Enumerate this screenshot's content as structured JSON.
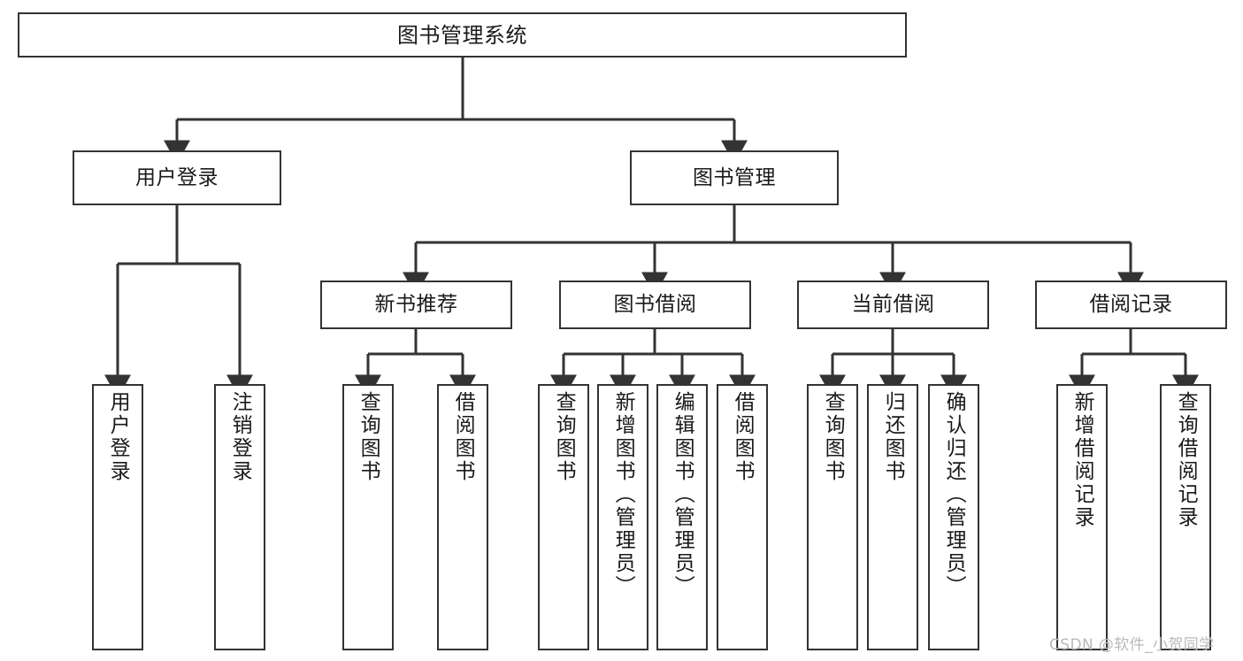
{
  "diagram": {
    "title": "图书管理系统",
    "type": "hierarchy-tree",
    "watermark": "CSDN @软件_小贺同学",
    "colors": {
      "box_border": "#333333",
      "box_fill": "#ffffff",
      "connector": "#333333",
      "text": "#1a1a1a",
      "watermark": "#b9b9b9",
      "background": "#ffffff"
    },
    "levels": {
      "root": {
        "label": "图书管理系统"
      },
      "level2": [
        {
          "id": "user-login",
          "label": "用户登录"
        },
        {
          "id": "book-management",
          "label": "图书管理"
        }
      ],
      "level3": [
        {
          "id": "new-book-recommend",
          "label": "新书推荐",
          "parent": "book-management"
        },
        {
          "id": "book-borrow",
          "label": "图书借阅",
          "parent": "book-management"
        },
        {
          "id": "current-borrow",
          "label": "当前借阅",
          "parent": "book-management"
        },
        {
          "id": "borrow-record",
          "label": "借阅记录",
          "parent": "book-management"
        }
      ],
      "leaves": [
        {
          "id": "leaf-user-login",
          "label": "用户登录",
          "parent": "user-login"
        },
        {
          "id": "leaf-user-logout",
          "label": "注销登录",
          "parent": "user-login"
        },
        {
          "id": "leaf-query-book-1",
          "label": "查询图书",
          "parent": "new-book-recommend"
        },
        {
          "id": "leaf-borrow-book-1",
          "label": "借阅图书",
          "parent": "new-book-recommend"
        },
        {
          "id": "leaf-query-book-2",
          "label": "查询图书",
          "parent": "book-borrow"
        },
        {
          "id": "leaf-add-book",
          "label": "新增图书（管理员）",
          "parent": "book-borrow"
        },
        {
          "id": "leaf-edit-book",
          "label": "编辑图书（管理员）",
          "parent": "book-borrow"
        },
        {
          "id": "leaf-borrow-book-2",
          "label": "借阅图书",
          "parent": "book-borrow"
        },
        {
          "id": "leaf-query-book-3",
          "label": "查询图书",
          "parent": "current-borrow"
        },
        {
          "id": "leaf-return-book",
          "label": "归还图书",
          "parent": "current-borrow"
        },
        {
          "id": "leaf-confirm-return",
          "label": "确认归还（管理员）",
          "parent": "current-borrow"
        },
        {
          "id": "leaf-add-record",
          "label": "新增借阅记录",
          "parent": "borrow-record"
        },
        {
          "id": "leaf-query-record",
          "label": "查询借阅记录",
          "parent": "borrow-record"
        }
      ]
    }
  }
}
